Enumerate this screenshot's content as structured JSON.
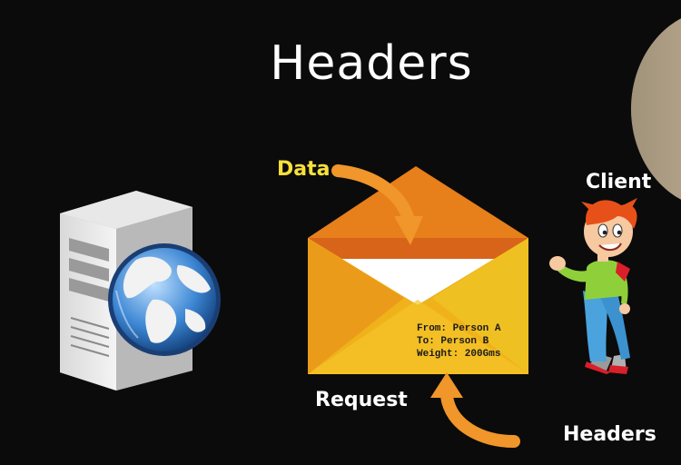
{
  "title": "Headers",
  "labels": {
    "data": "Data",
    "client": "Client",
    "request": "Request",
    "headers": "Headers"
  },
  "envelope_headers": [
    "From: Person A",
    "To: Person B",
    "Weight: 200Gms"
  ],
  "icons": {
    "server": "server-icon",
    "globe": "globe-icon",
    "envelope": "envelope-icon",
    "client": "boy-character-icon"
  },
  "colors": {
    "background": "#0b0b0b",
    "data_label": "#f7e03b",
    "arrow": "#f0962a",
    "envelope_body": "#f1b51c",
    "envelope_flap": "#e07a1a"
  }
}
